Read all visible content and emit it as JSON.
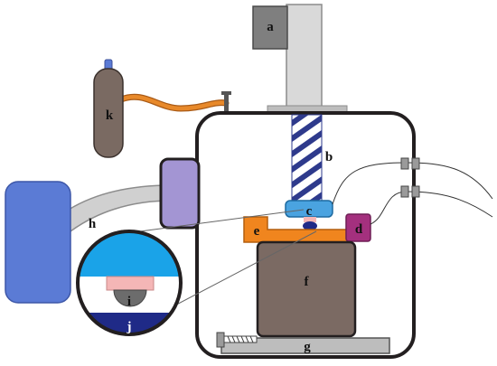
{
  "labels": {
    "a": "a",
    "b": "b",
    "c": "c",
    "d": "d",
    "e": "e",
    "f": "f",
    "g": "g",
    "h": "h",
    "i": "i",
    "j": "j",
    "k": "k"
  },
  "colors": {
    "outline": "#231f20",
    "motor": "#7f7f7f",
    "column": "#d9d9d9",
    "screw_stripe": "#2e3a8c",
    "cylinder": "#7a6a62",
    "gas_line": "#e8892a",
    "pump": "#5b7bd5",
    "hose": "#d0d0d0",
    "flange": "#a395d3",
    "probe": "#4aa3e0",
    "connector": "#a4307e",
    "stage": "#f0851e",
    "block": "#7b6a63",
    "base": "#bdbdbd",
    "zoom_top": "#1aa3e8",
    "zoom_sample": "#f4b6b6",
    "zoom_ball": "#6c6c6c",
    "zoom_bottom": "#1f2a87"
  }
}
